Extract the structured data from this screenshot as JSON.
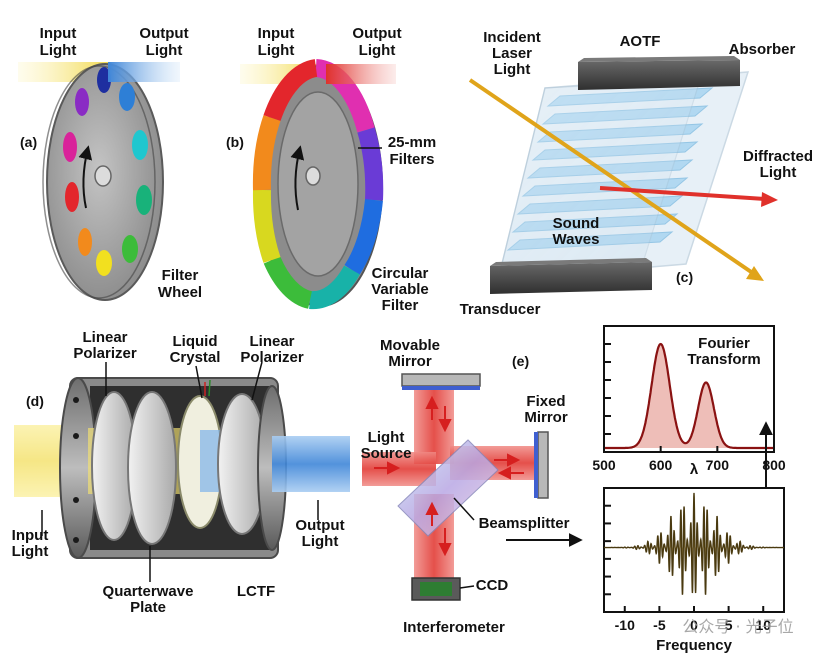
{
  "panels": {
    "a": {
      "tag": "(a)",
      "input_label": [
        "Input",
        "Light"
      ],
      "output_label": [
        "Output",
        "Light"
      ],
      "name_label": [
        "Filter",
        "Wheel"
      ]
    },
    "b": {
      "tag": "(b)",
      "input_label": [
        "Input",
        "Light"
      ],
      "output_label": [
        "Output",
        "Light"
      ],
      "filters_label": [
        "25-mm",
        "Filters"
      ],
      "name_label": [
        "Circular",
        "Variable",
        "Filter"
      ]
    },
    "c": {
      "tag": "(c)",
      "incident_label": [
        "Incident",
        "Laser",
        "Light"
      ],
      "aotf_label": "AOTF",
      "absorber_label": "Absorber",
      "diffracted_label": [
        "Diffracted",
        "Light"
      ],
      "sound_label": [
        "Sound",
        "Waves"
      ],
      "transducer_label": "Transducer"
    },
    "d": {
      "tag": "(d)",
      "polarizer1_label": [
        "Linear",
        "Polarizer"
      ],
      "liquid_crystal_label": [
        "Liquid",
        "Crystal"
      ],
      "polarizer2_label": [
        "Linear",
        "Polarizer"
      ],
      "input_label": [
        "Input",
        "Light"
      ],
      "output_label": [
        "Output",
        "Light"
      ],
      "quarterwave_label": [
        "Quarterwave",
        "Plate"
      ],
      "name_label": "LCTF"
    },
    "e": {
      "tag": "(e)",
      "movable_mirror_label": [
        "Movable",
        "Mirror"
      ],
      "fixed_mirror_label": [
        "Fixed",
        "Mirror"
      ],
      "light_source_label": [
        "Light",
        "Source"
      ],
      "beamsplitter_label": "Beamsplitter",
      "ccd_label": "CCD",
      "name_label": "Interferometer"
    }
  },
  "chart_data": [
    {
      "type": "line",
      "title": "Fourier Transform",
      "title_lines": [
        "Fourier",
        "Transform"
      ],
      "xlabel": "λ",
      "xlim": [
        500,
        800
      ],
      "x_ticks": [
        "500",
        "600",
        "700",
        "800"
      ],
      "grid": false,
      "series": [
        {
          "peaks": [
            {
              "center": 600,
              "height": 1.0,
              "width": 16
            },
            {
              "center": 680,
              "height": 0.63,
              "width": 14
            }
          ]
        }
      ]
    },
    {
      "type": "line",
      "title": "",
      "xlabel": "Frequency",
      "xlim": [
        -13,
        13
      ],
      "x_ticks": [
        "-10",
        "-5",
        "0",
        "5",
        "10"
      ],
      "grid": false,
      "series": [
        {
          "envelope_width": 3.2,
          "carrier_frequency": 2.1,
          "beat_frequency": 0.6
        }
      ]
    }
  ],
  "watermark": "公众号 · 光子位",
  "colors": {
    "beam_red": "#e0312b",
    "beam_yellow": "#f1d84a",
    "beam_blue": "#3f86d8",
    "spectrum_fill": "#e8a8a0",
    "interferogram_fill": "#d8b45a",
    "device_grey": "#9a9a9a"
  }
}
